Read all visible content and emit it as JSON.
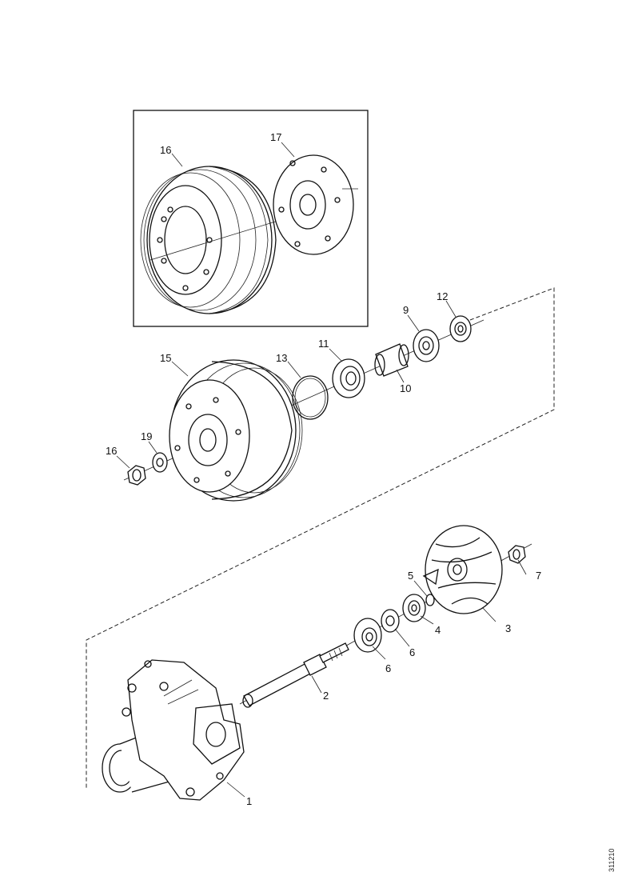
{
  "diagram": {
    "drawing_code": "311210",
    "labels": {
      "l1": "1",
      "l2": "2",
      "l3": "3",
      "l4": "4",
      "l5": "5",
      "l6a": "6",
      "l6b": "6",
      "l7": "7",
      "l9": "9",
      "l10": "10",
      "l11": "11",
      "l12": "12",
      "l13": "13",
      "l15": "15",
      "l16a": "16",
      "l16b": "16",
      "l17": "17",
      "l19": "19"
    }
  }
}
